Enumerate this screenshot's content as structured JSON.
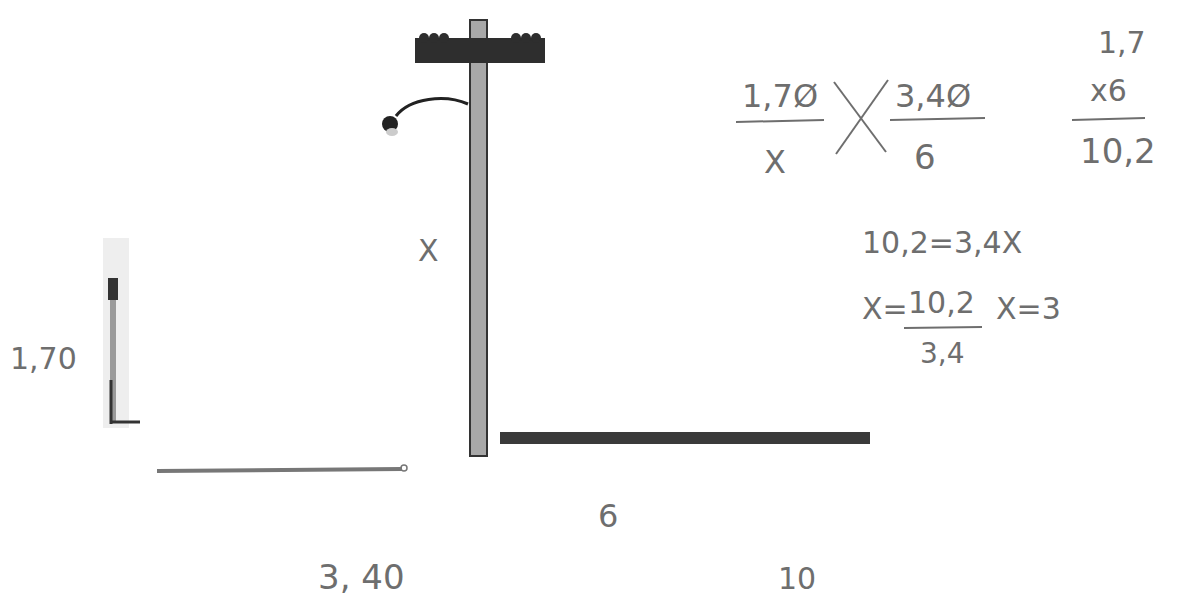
{
  "diagram": {
    "labels": [
      "1,7Ø",
      "X",
      "3,4Ø",
      "6",
      "1,7",
      "x6",
      "10,2",
      "10,2=3,4X",
      "X=",
      "10,2",
      "3,4",
      "X=3",
      "X",
      "1,70",
      "3, 40",
      "6",
      "10"
    ]
  }
}
